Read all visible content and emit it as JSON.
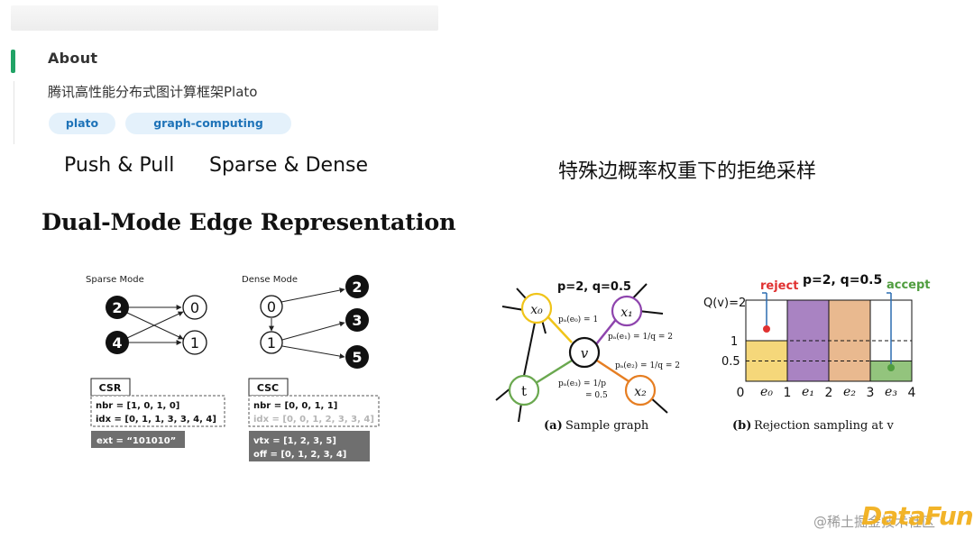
{
  "about": {
    "title": "About",
    "description": "腾讯高性能分布式图计算框架Plato",
    "tags": [
      "plato",
      "graph-computing"
    ]
  },
  "labels": {
    "push_pull": "Push & Pull",
    "sparse_dense": "Sparse & Dense",
    "cn_title": "特殊边概率权重下的拒绝采样"
  },
  "heading": "Dual-Mode Edge Representation",
  "sparse": {
    "mode_label": "Sparse Mode",
    "nodes": [
      "2",
      "4",
      "0",
      "1"
    ],
    "format": "CSR",
    "nbr": "nbr = [1, 0, 1, 0]",
    "idx": "idx = [0, 1, 1, 3, 3, 4, 4]",
    "ext": "ext = “101010”"
  },
  "dense": {
    "mode_label": "Dense Mode",
    "nodes": [
      "0",
      "1",
      "2",
      "3",
      "5"
    ],
    "format": "CSC",
    "nbr": "nbr = [0, 0, 1, 1]",
    "idx": "idx = [0, 0, 1, 2, 3, 3, 4]",
    "vtx": "vtx = [1, 2, 3, 5]",
    "off": "off = [0, 1, 2, 3, 4]"
  },
  "sample_graph": {
    "params": "p=2, q=0.5",
    "nodes": [
      "x₀",
      "x₁",
      "v",
      "t",
      "x₂"
    ],
    "edge_labels": [
      "pₐ(e₀) = 1",
      "pₐ(e₁) = 1/q = 2",
      "pₐ(e₂) = 1/q = 2",
      "pₐ(e₃) = 1/p",
      "= 0.5"
    ],
    "caption_letter": "(a)",
    "caption": "Sample graph",
    "colors": {
      "x0": "#f0c419",
      "x1": "#8e44ad",
      "t": "#6aa84f",
      "x2": "#e67e22"
    }
  },
  "chart_data": {
    "type": "bar",
    "title": "p=2, q=0.5",
    "ylabel": "Q(v)=2",
    "categories": [
      "e₀",
      "e₁",
      "e₂",
      "e₃"
    ],
    "x_ticks": [
      "0",
      "1",
      "2",
      "3",
      "4"
    ],
    "y_ticks": [
      "1",
      "0.5"
    ],
    "values": [
      1,
      2,
      2,
      0.5
    ],
    "ylim": [
      0,
      2
    ],
    "bar_colors": [
      "#f5d77a",
      "#a983c2",
      "#e9b98f",
      "#93c47d"
    ],
    "annotations": {
      "reject": "reject",
      "accept": "accept",
      "reject_color": "#e03131",
      "accept_color": "#4f9d3e"
    },
    "caption_letter": "(b)",
    "caption": "Rejection sampling at v"
  },
  "watermark": {
    "text": "@稀土掘金技术社区",
    "logo": "DataFun."
  }
}
